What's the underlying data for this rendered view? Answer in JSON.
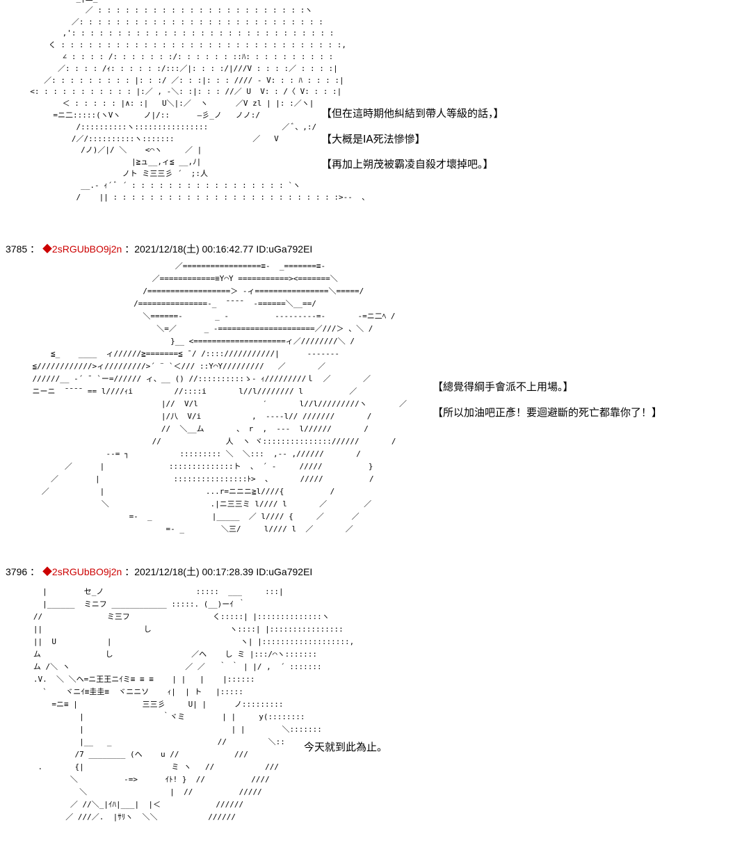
{
  "colors": {
    "background": "#ffffff",
    "text": "#000000",
    "tripcode": "#cc0000"
  },
  "block1": {
    "art": "            _|二_  ̄\n              ／ : : : : : : : : : : : : : : : : : : : : : : :ヽ\n           ／: : : : : : : : : : : : : : : : : : : : : : : : : : :\n         ,': : : : : : : : : : : : : : : : : : : : : : : : : : : : :\n      く : : : : : : : : : : : : : : : : : : : : : : : : : : : : : : :,\n         ∠ : : : : /: : : : : : :/: : : : : : ::ﾊ: : : : : : : : : :\n        ／: : : : /ｨ: : : : : :/:::／|: : : :/|///V : : : :／ : : : :|\n     ／: : : : : : : : : |: : :/ ／: : :|: : : //// - V: : : ﾊ : : : :|\n  <: : : : : : : : : : : |:／ , -＼: :|: : : //／ U  V: : /〈 V: : : :|\n         ＜ : : : : : |∧: :|   U＼|:／  ヽ      ／V zl | |: :／ヽ|\n       =ニ二:::::(ヽVヽ     ノ|/::      ―彡_ノ   ノノ:/\n            /::::::::::ヽ::::::::::::::::                ／ ﾞ、,:/\n           /／/::::::::::ヽ:::::::                 ／   V\n             /ノ)／|/ ＼    <⌒ヽ     ／ |\n                        |≧ュ__,ィ≦ __,ﾉ|\n                      ノト ミ三三彡 ´  ;:人\n             __.- ｨ´ ﾞ ´ : : : : : : : : : : : : : : : : : `ヽ\n            /    || : : : : : : : : : : : : : : : : : : : : : : : : :>--  、",
    "lines": [
      "【但在這時期他糾結到帶人等級的話，】",
      "【大概是IA死法慘慘】",
      "【再加上朔茂被霸凌自殺才壞掉吧。】"
    ]
  },
  "post1": {
    "number": "3785",
    "separator": "：",
    "tripcode": "◆2sRGUbBO9j2n",
    "datetime": "：2021/12/18(土) 00:16:42.77",
    "id": "ID:uGa792EI"
  },
  "block2": {
    "art": "                                   ／=================≡-  _=======≡-\n                              ／============≡Y⌒Y ===========><=======＼\n                            /==================＞ -ィ================＼=====/\n                          /===============-_  ̄ ̄ ̄ ̄   -======＼__==/\n                            ＼======-       _ -          ---------=-       -=ニ二ﾍ /\n                               ＼=／      _ -=====================／///＞ 、＼ /\n                                  }__ <====================ィ／////////＼ /\n        ≦_    ____  ィ//////≧=======≦ ̄ / /::::///////////|      -------\n    ≦////////////>ィ/////////>´ ¨ `＜/// ::Y⌒Y/////////   ／       ／\n    //////__ -´ ¯ `ー=////// ィ、__ () //::::::::::ゝ- ｨ/////////ｌ  ／       ／\n    ニーニ  ̄ ̄ ̄ ̄  == l////ｨi         //::::i       l//l//////// l          ／\n                                |//  V/l              ′       l//l/////////ヽ       ／\n                                |/八  V/i           ,  ----l// ///////       /\n                                //  ＼__ム       、 r  ,  ---  l//////       /\n                              //              人  ヽ ヾ::::::::::::::://////       /\n                    --= ┐           ::::::::: ＼  ＼:::  ,-- ,//////       /\n           ／      |              ::::::::::::::ト  、 ´ -     /////          }\n        ／        |                ::::::::::::::::ﾄ>  、      /////          /\n      ／           |                      ...r=ニニニ≧l////{          /\n                   ＼                      .|ニ三三ミ l//// l       ／        ／\n                         =-  _             |_____  ／ l//// {     ／      ／\n                                 =- _        ＼三/     l//// l  ／       ／",
    "lines": [
      "【總覺得綱手會派不上用場。】",
      "【所以加油吧正彥！要迴避斷的死亡都靠你了！】"
    ]
  },
  "post2": {
    "number": "3796",
    "separator": "：",
    "tripcode": "◆2sRGUbBO9j2n",
    "datetime": "：2021/12/18(土) 00:17:28.39",
    "id": "ID:uGa792EI"
  },
  "block3": {
    "art": "     |        セ_ノ                    :::::  ___     :::|\n     |______  ミニフ ____________ :::::. (__)ーｲ ｀\n   //              ミ三フ                  く:::::| |::::::::::::::ヽ\n   ||                      し                 ヽ::::| |::::::::::::::::\n   ||  U           |                            ヽ| |:::::::::::::::::::,\n   ム              し                 ／ヘ    し ミ |:::/⌒ヽ:::::::\n   ム /＼ ヽ                         ／ ／   ｀ ｀ | |/ ,  ´ :::::::\n   .V.  ＼ ＼ヘ=ニ王王ニｲミ≡ ≡ ≡    | |   |    |::::::\n     `    ヾニｲ≡圭圭≡  ヾニニソ    ｨ|  | ト   |:::::\n       =ニ≡ |              三三彡     U| |      ノ:::::::::\n             |                 ｀ヾミ        | |     y(::::::::\n             |                                | |        ＼:::::::\n             |__   _                       //         ＼::\n            /7 ________ (ヘ    u //            ///\n    .       {|                   ミ ヽ   //           ///\n           ＼          -=>      ｲﾄ! }  //          ////\n             ＼                  |  //          /////\n           ／ //＼_|ｲﾊ|___|  |＜            //////\n          ／ ///／.  |ｻﾘヽ  ＼＼           //////",
    "lines": [
      "今天就到此為止。"
    ]
  }
}
